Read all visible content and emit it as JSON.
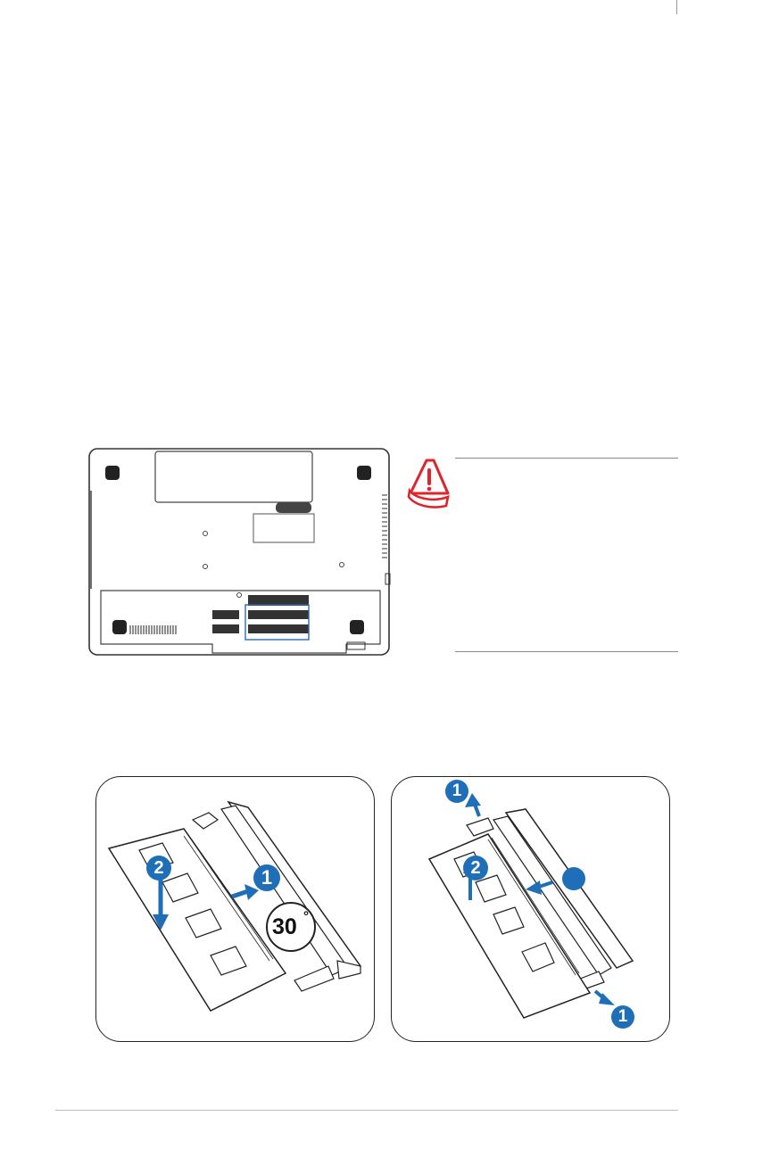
{
  "warning": {
    "icon": "warning-hand-icon",
    "color": "#e0242b"
  },
  "figure_left": {
    "step1": "1",
    "step2": "2",
    "angle": "30",
    "degree": "°",
    "accent": "#1f6fb8"
  },
  "figure_right": {
    "step1_top": "1",
    "step2": "2",
    "step1_bottom": "1",
    "accent": "#1f6fb8"
  }
}
